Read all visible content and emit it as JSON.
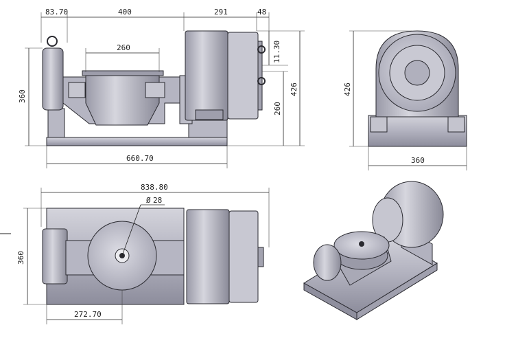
{
  "dimensions": {
    "front": {
      "left_offset": "83.70",
      "table_span": "400",
      "motor_length": "291",
      "right_offset": "48",
      "table_diameter": "260",
      "height_left": "360",
      "small_offset": "11.30",
      "axis_height": "260",
      "total_height": "426",
      "base_length": "660.70"
    },
    "side": {
      "total_height": "426",
      "base_width": "360"
    },
    "top": {
      "total_length": "838.80",
      "hole_diameter": "28",
      "diameter_symbol": "Ø",
      "base_width": "360",
      "center_offset": "272.70"
    }
  },
  "colors": {
    "metal_light": "#c9c9d2",
    "metal_mid": "#a9a9b6",
    "metal_dark": "#7d7d8c",
    "line": "#2a2a30",
    "background": "#ffffff"
  }
}
